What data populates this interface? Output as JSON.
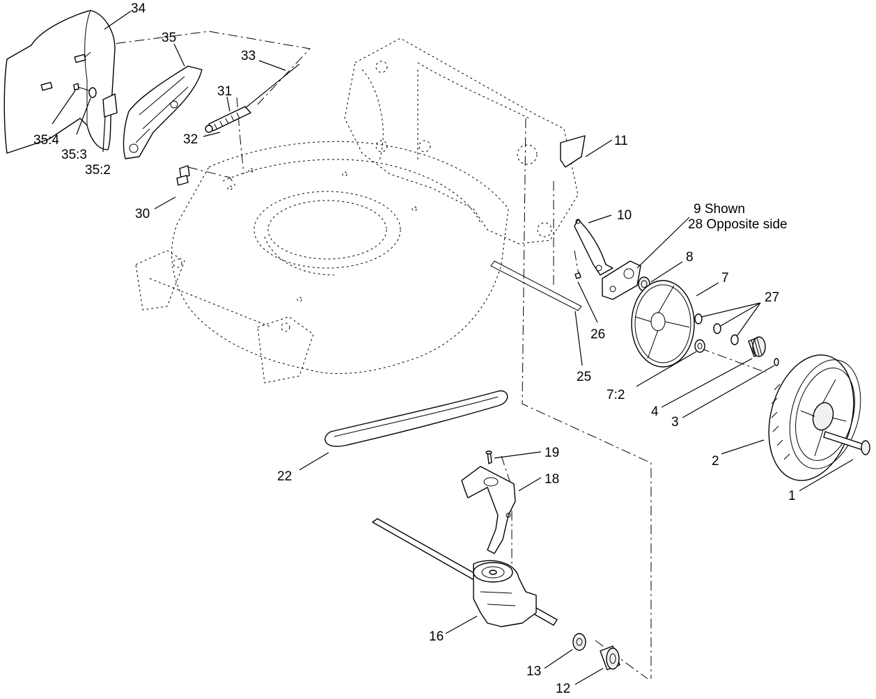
{
  "labels": {
    "p34": "34",
    "p35": "35",
    "p33": "33",
    "p31": "31",
    "p32": "32",
    "p35_4": "35:4",
    "p35_3": "35:3",
    "p35_2": "35:2",
    "p30": "30",
    "p11": "11",
    "p10": "10",
    "p9": "9  Shown",
    "p28": "28 Opposite side",
    "p8": "8",
    "p7": "7",
    "p27": "27",
    "p26": "26",
    "p25": "25",
    "p7_2": "7:2",
    "p4": "4",
    "p3": "3",
    "p2": "2",
    "p1": "1",
    "p22": "22",
    "p19": "19",
    "p18": "18",
    "p16": "16",
    "p13": "13",
    "p12": "12"
  }
}
